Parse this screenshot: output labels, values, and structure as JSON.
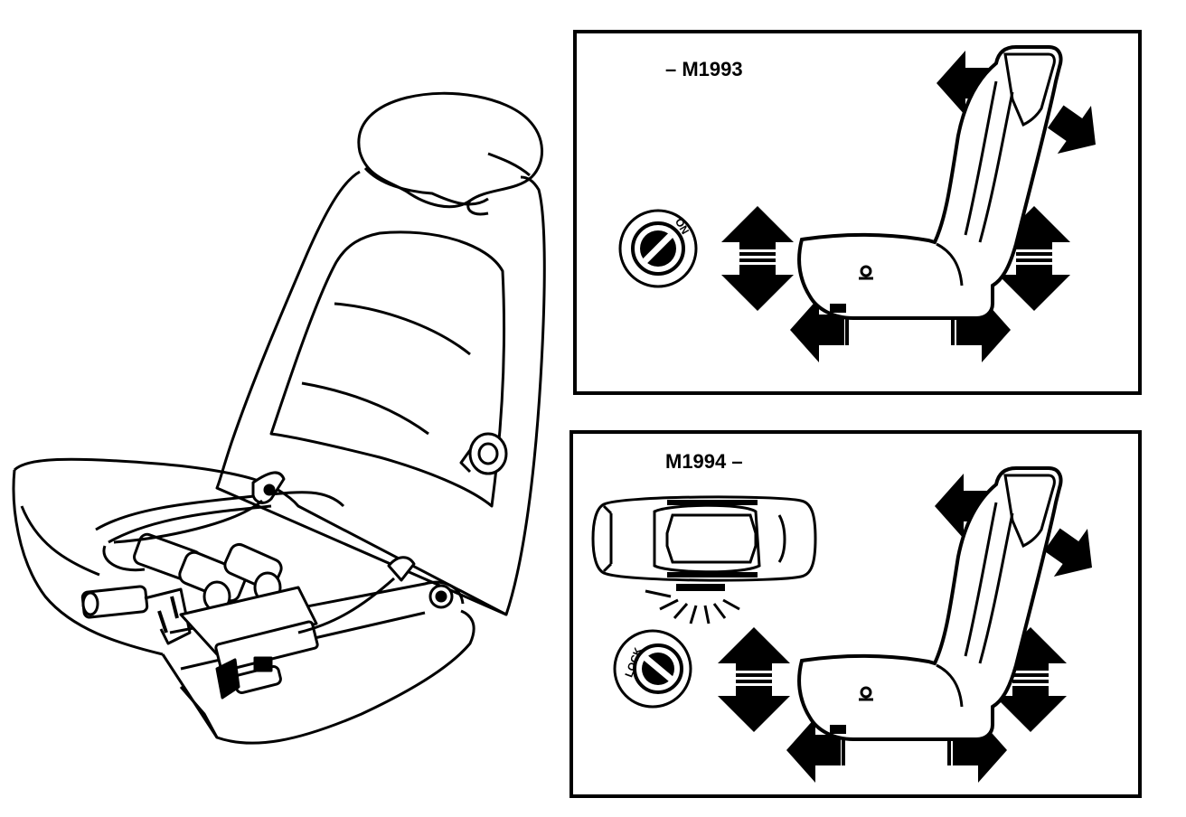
{
  "panels": [
    {
      "model_label": "– M1993",
      "key_label": "ON"
    },
    {
      "model_label": "M1994 –",
      "key_label": "LOCK"
    }
  ],
  "colors": {
    "ink": "#000000",
    "paper": "#ffffff"
  },
  "icons": [
    "power-seat-illustration",
    "ignition-key-icon",
    "seat-profile-icon",
    "car-top-view-icon",
    "adjustment-arrow-icon"
  ]
}
